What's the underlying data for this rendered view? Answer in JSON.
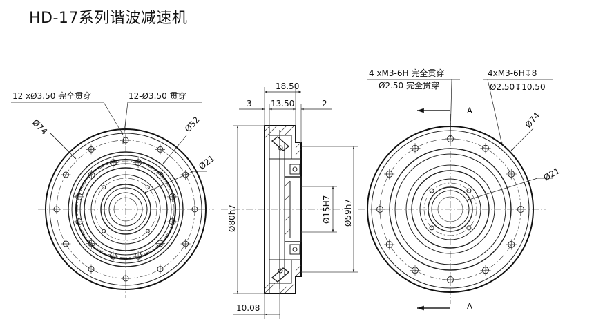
{
  "title": "HD-17系列谐波减速机",
  "left_view": {
    "note_outer_holes": "12 xØ3.50 完全贯穿",
    "note_inner_holes": "12-Ø3.50 贯穿",
    "dia_outer_pcd": "Ø74",
    "dia_inner_pcd": "Ø52",
    "dia_bore": "Ø21"
  },
  "section_view": {
    "width_total": "18.50",
    "width_left": "3",
    "width_mid": "13.50",
    "width_right": "2",
    "dia_outer": "Ø80h7",
    "dia_pilot": "Ø59h7",
    "dia_shaft": "Ø15H7",
    "offset_bottom": "10.08"
  },
  "right_view": {
    "note_holes_line1": "4 xM3-6H 完全贯穿",
    "note_holes_line2": "Ø2.50 完全贯穿",
    "note_tapped_line1": "4xM3-6H↧8",
    "note_tapped_line2": "Ø2.50↧10.50",
    "section_mark_top": "A",
    "section_mark_bottom": "A",
    "dia_outer_pcd": "Ø74",
    "dia_bore": "Ø21"
  }
}
